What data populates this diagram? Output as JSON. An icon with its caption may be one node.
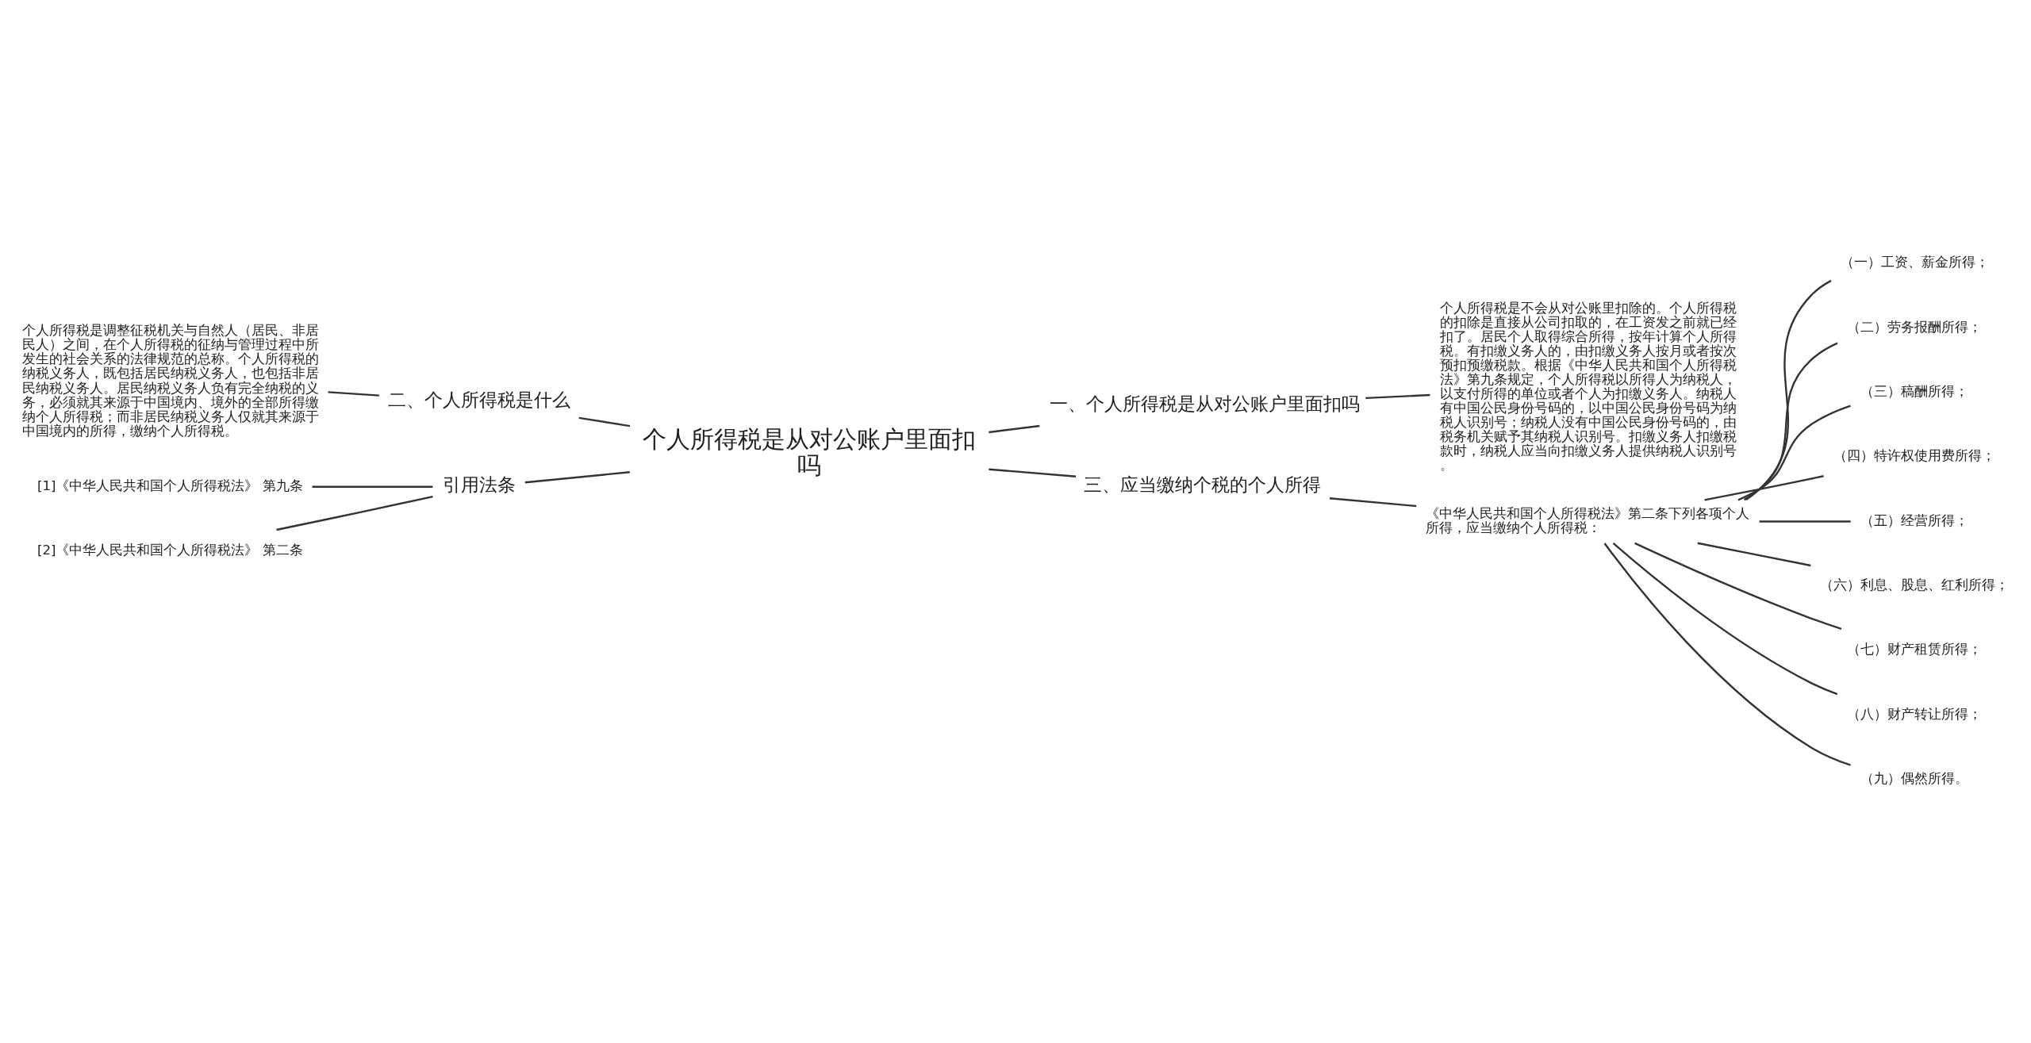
{
  "diagram": {
    "nodes": [
      {
        "text": [
          "个人所得税是从对公账户里面扣吗"
        ]
      },
      {
        "text": [
          "一、个人所得税是从对公账户里面扣吗"
        ]
      },
      {
        "text": [
          "个人所得税是不会从对公账里扣除的。个人所得税的扣除是直接从公司扣取的，在工资发之前就已经扣了。居民个人取得综合所得，按年计算个人所得税。有扣缴义务人的，由扣缴义务人按月或者按次预扣预缴税款。根据《中华人民共和国个人所得税法》第九条规定，个人所得税以所得人为纳税人，以支付所得的单位或者个人为扣缴义务人。纳税人有中国公民身份号码的，以中国公民身份号码为纳税人识别号；纳税人没有中国公民身份号码的，由税务机关赋予其纳税人识别号。扣缴义务人扣缴税款时，纳税人应当向扣缴义务人提供纳税人识别号。"
        ]
      },
      {
        "text": [
          "二、个人所得税是什么"
        ]
      },
      {
        "text": [
          "个人所得税是调整征税机关与自然人（居民、非居民人）之间，在个人所得税的征纳与管理过程中所发生的社会关系的法律规范的总称。个人所得税的纳税义务人，既包括居民纳税义务人，也包括非居民纳税义务人。居民纳税义务人负有完全纳税的义务，必须就其来源于中国境内、境外的全部所得缴纳个人所得税；而非居民纳税义务人仅就其来源于中国境内的所得，缴纳个人所得税。"
        ]
      },
      {
        "text": [
          "引用法条"
        ]
      },
      {
        "text": [
          "[1]《中华人民共和国个人所得税法》 第九条"
        ]
      },
      {
        "text": [
          "[2]《中华人民共和国个人所得税法》 第二条"
        ]
      },
      {
        "text": [
          "三、应当缴纳个税的个人所得"
        ]
      },
      {
        "text": [
          "《中华人民共和国个人所得税法》第二条下列各项个人所得，应当缴纳个人所得税："
        ]
      },
      {
        "text": [
          "（一）工资、薪金所得；"
        ]
      },
      {
        "text": [
          "（二）劳务报酬所得；"
        ]
      },
      {
        "text": [
          "（三）稿酬所得；"
        ]
      },
      {
        "text": [
          "（四）特许权使用费所得；"
        ]
      },
      {
        "text": [
          "（五）经营所得；"
        ]
      },
      {
        "text": [
          "（六）利息、股息、红利所得；"
        ]
      },
      {
        "text": [
          "（七）财产租赁所得；"
        ]
      },
      {
        "text": [
          "（八）财产转让所得；"
        ]
      },
      {
        "text": [
          "（九）偶然所得。"
        ]
      }
    ],
    "edges": [
      {
        "from": 0,
        "to": 1,
        "arrow": "none"
      },
      {
        "from": 1,
        "to": 2,
        "arrow": "none"
      },
      {
        "from": 0,
        "to": 3,
        "arrow": "none"
      },
      {
        "from": 3,
        "to": 4,
        "arrow": "none"
      },
      {
        "from": 0,
        "to": 5,
        "arrow": "none"
      },
      {
        "from": 5,
        "to": 6,
        "arrow": "none"
      },
      {
        "from": 5,
        "to": 7,
        "arrow": "none"
      },
      {
        "from": 0,
        "to": 8,
        "arrow": "none"
      },
      {
        "from": 8,
        "to": 9,
        "arrow": "none"
      },
      {
        "from": 9,
        "to": 10,
        "arrow": "none"
      },
      {
        "from": 9,
        "to": 11,
        "arrow": "none"
      },
      {
        "from": 9,
        "to": 12,
        "arrow": "none"
      },
      {
        "from": 9,
        "to": 13,
        "arrow": "none"
      },
      {
        "from": 9,
        "to": 14,
        "arrow": "none"
      },
      {
        "from": 9,
        "to": 15,
        "arrow": "none"
      },
      {
        "from": 9,
        "to": 16,
        "arrow": "none"
      },
      {
        "from": 9,
        "to": 17,
        "arrow": "none"
      },
      {
        "from": 9,
        "to": 18,
        "arrow": "none"
      }
    ]
  }
}
